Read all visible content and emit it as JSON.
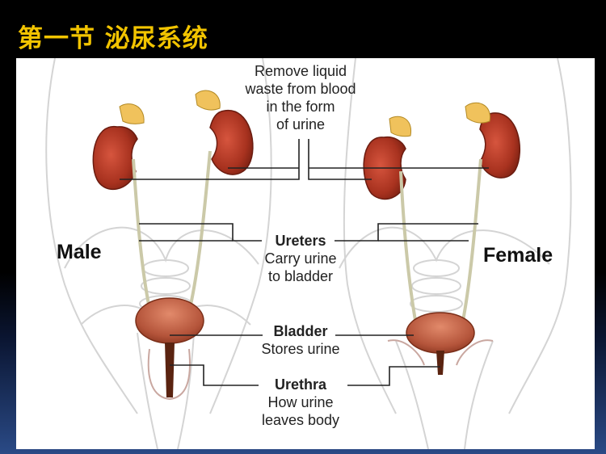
{
  "slide": {
    "title": "第一节 泌尿系统"
  },
  "figure": {
    "top_label": [
      "Remove liquid",
      "waste from blood",
      "in the form",
      "of urine"
    ],
    "male": "Male",
    "female": "Female",
    "ureters": {
      "name": "Ureters",
      "desc": [
        "Carry urine",
        "to bladder"
      ]
    },
    "bladder": {
      "name": "Bladder",
      "desc": [
        "Stores urine"
      ]
    },
    "urethra": {
      "name": "Urethra",
      "desc": [
        "How urine",
        "leaves body"
      ]
    }
  }
}
